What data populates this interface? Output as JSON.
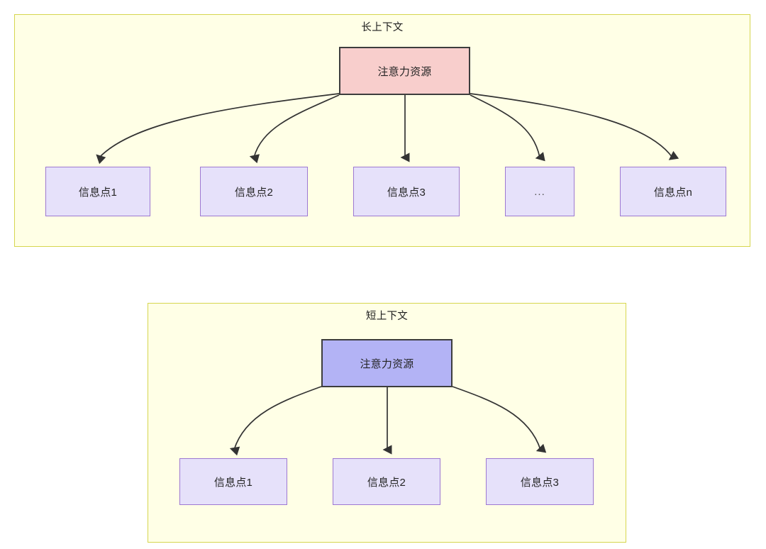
{
  "diagram": {
    "type": "attention-allocation-comparison",
    "colors": {
      "panel_fill": "#ffffe6",
      "panel_border": "#d6d64f",
      "hub_long_fill": "#f8cecc",
      "hub_short_fill": "#b3b3f5",
      "hub_border": "#3d3d3d",
      "leaf_fill": "#e6e1fa",
      "leaf_border": "#9d78d2",
      "edge_stroke": "#333333",
      "text": "#252525",
      "background": "#ffffff"
    }
  },
  "panels": [
    {
      "id": "long-context",
      "title": "长上下文",
      "hub": {
        "label": "注意力资源"
      },
      "leaves": [
        {
          "label": "信息点1"
        },
        {
          "label": "信息点2"
        },
        {
          "label": "信息点3"
        },
        {
          "label": "..."
        },
        {
          "label": "信息点n"
        }
      ]
    },
    {
      "id": "short-context",
      "title": "短上下文",
      "hub": {
        "label": "注意力资源"
      },
      "leaves": [
        {
          "label": "信息点1"
        },
        {
          "label": "信息点2"
        },
        {
          "label": "信息点3"
        }
      ]
    }
  ]
}
